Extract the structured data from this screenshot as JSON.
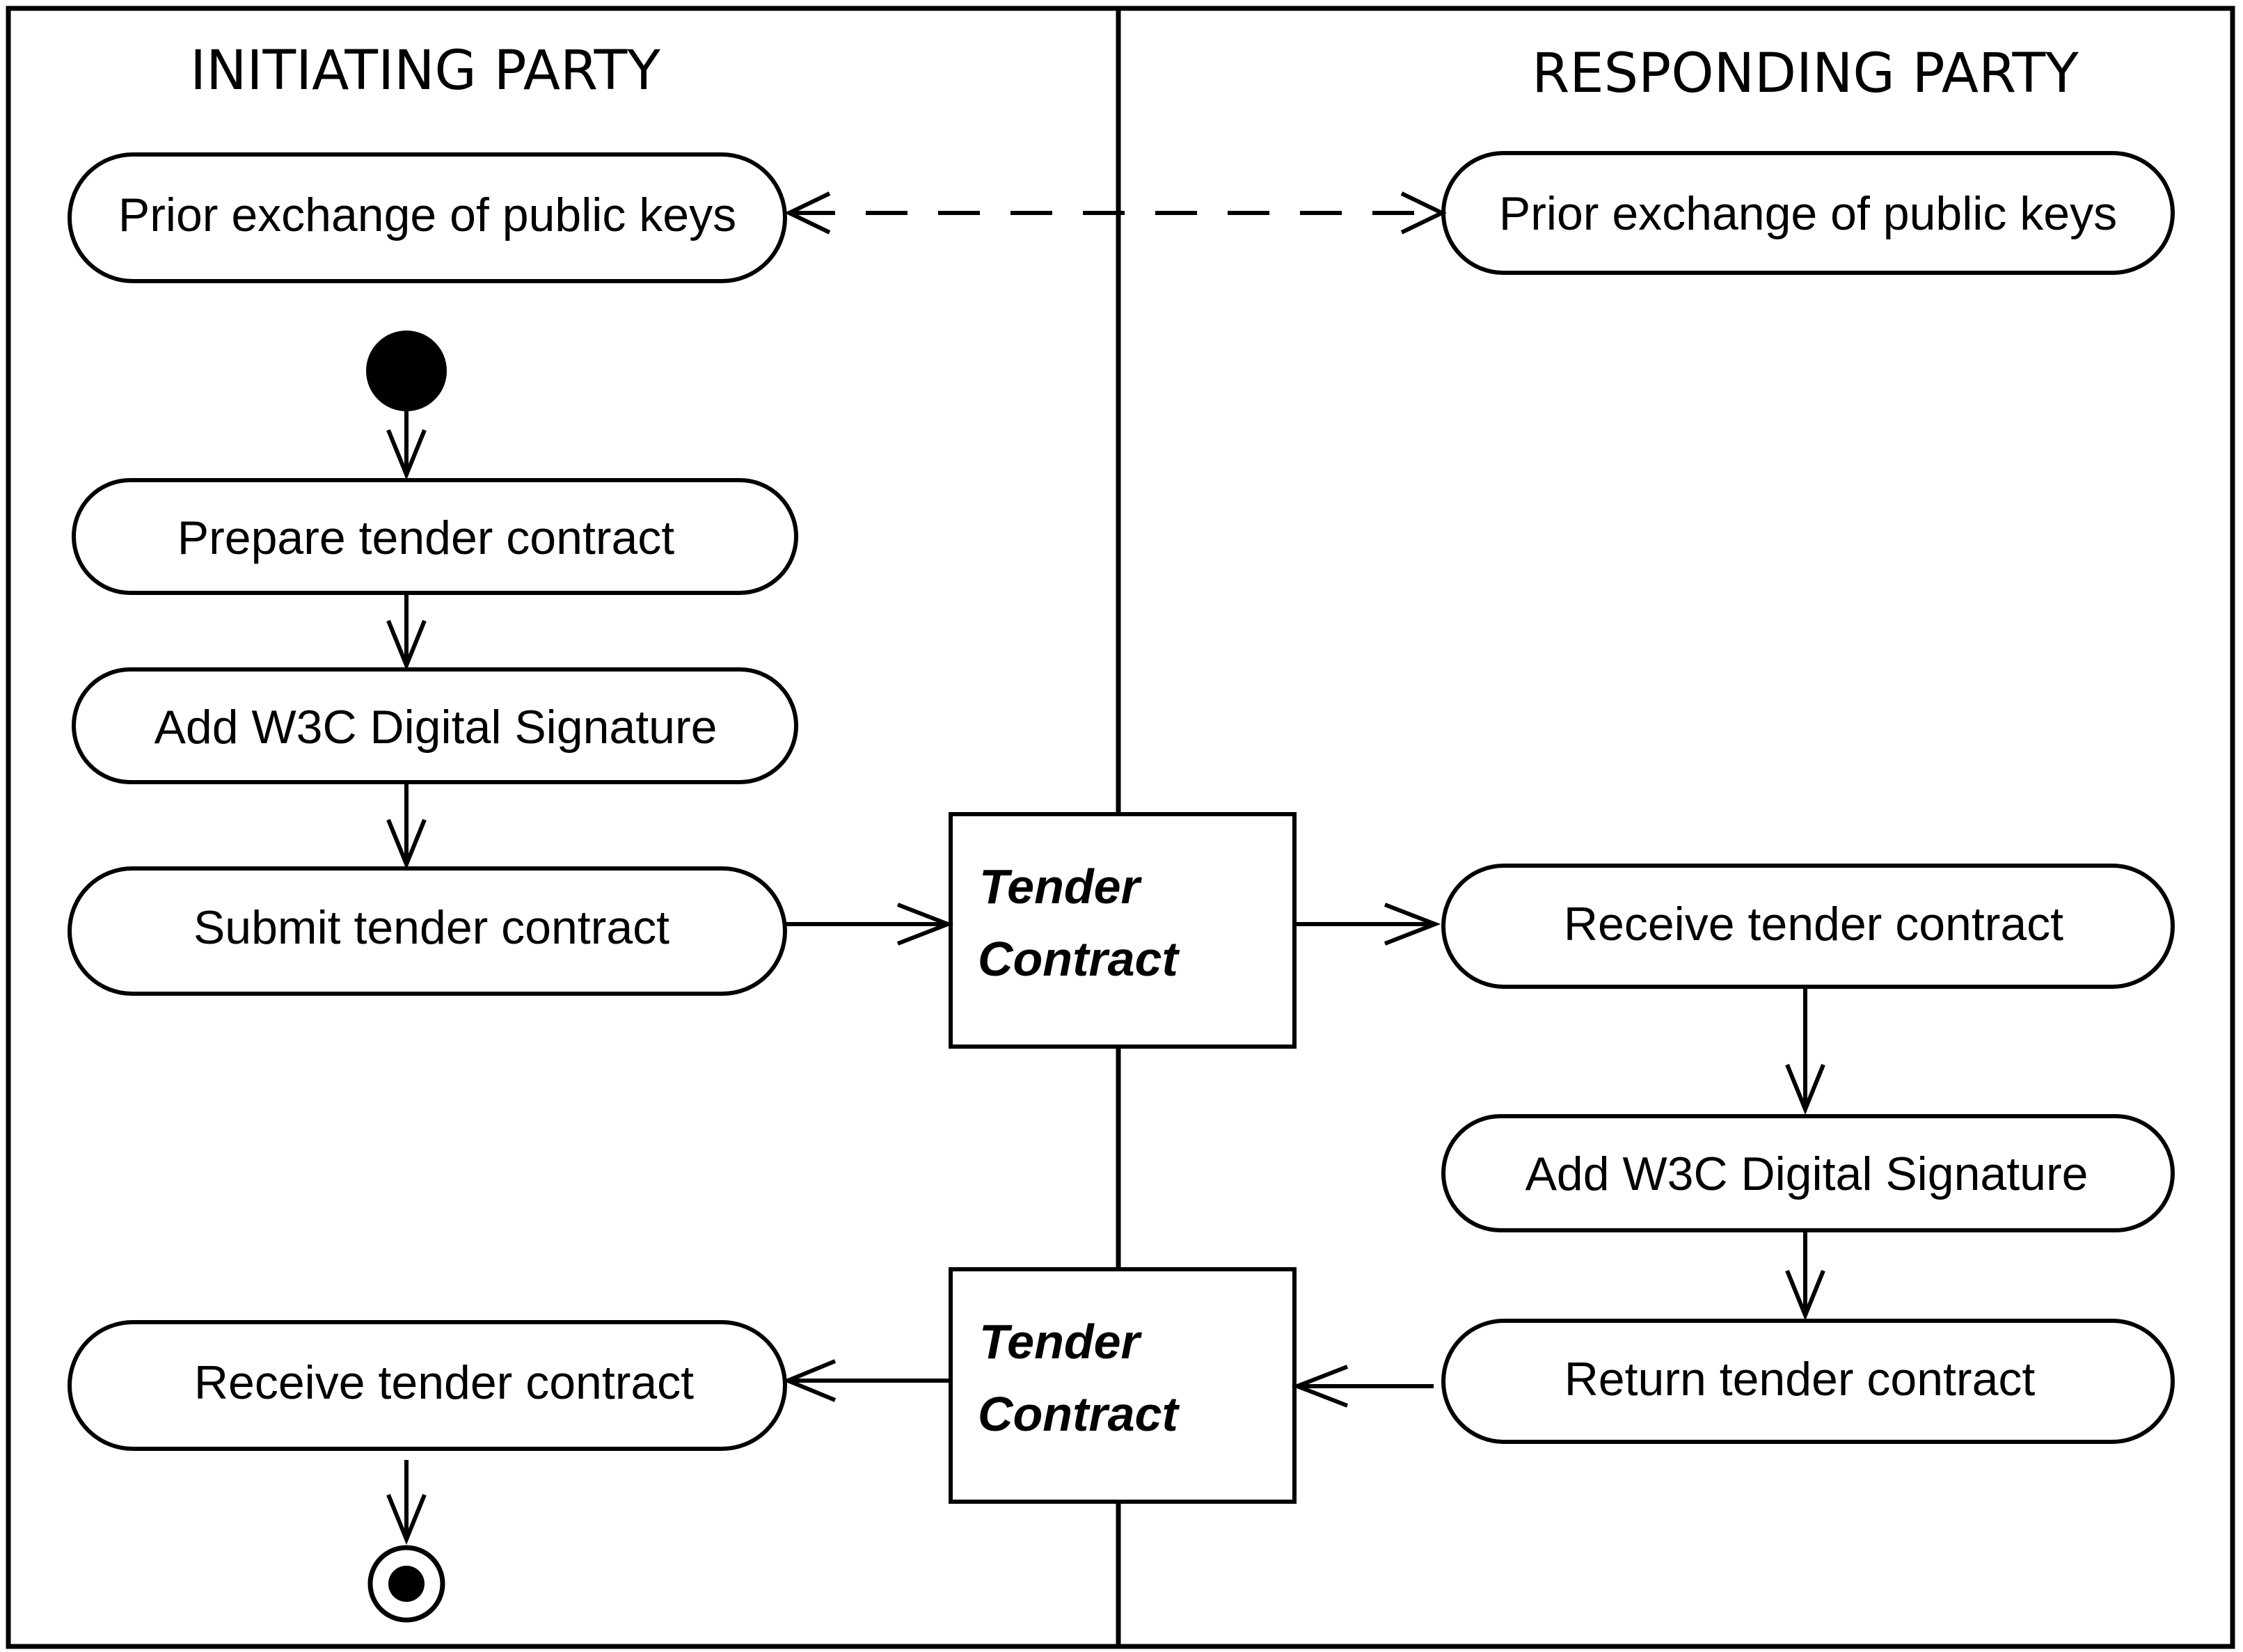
{
  "lanes": {
    "initiating": "INITIATING PARTY",
    "responding": "RESPONDING PARTY"
  },
  "activities": {
    "init_prior_exchange": "Prior exchange of public keys",
    "resp_prior_exchange": "Prior exchange of public keys",
    "prepare": "Prepare tender contract",
    "init_add_signature": "Add W3C Digital Signature",
    "submit": "Submit tender contract",
    "resp_receive": "Receive tender contract",
    "resp_add_signature": "Add W3C Digital Signature",
    "return": "Return tender contract",
    "init_receive": "Receive tender contract"
  },
  "objects": {
    "tender_contract_1": {
      "line1": "Tender",
      "line2": "Contract"
    },
    "tender_contract_2": {
      "line1": "Tender",
      "line2": "Contract"
    }
  }
}
